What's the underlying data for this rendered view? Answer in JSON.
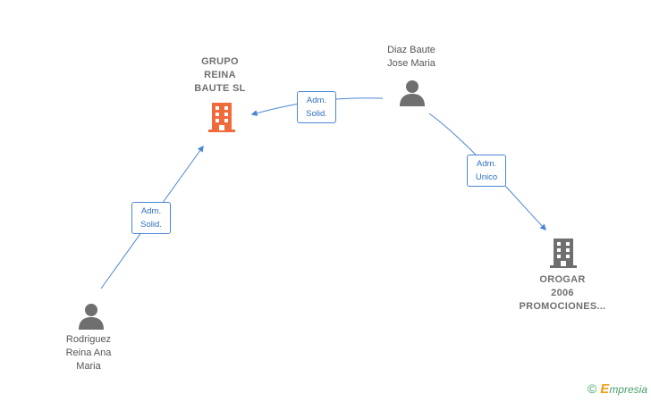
{
  "nodes": {
    "grupo": {
      "label": "GRUPO\nREINA\nBAUTE  SL"
    },
    "diaz": {
      "label": "Diaz Baute\nJose Maria"
    },
    "rodriguez": {
      "label": "Rodriguez\nReina Ana\nMaria"
    },
    "orogar": {
      "label": "OROGAR\n2006\nPROMOCIONES..."
    }
  },
  "edges": {
    "diaz_grupo": {
      "label": "Adm.\nSolid."
    },
    "rodriguez_grupo": {
      "label": "Adm.\nSolid."
    },
    "diaz_orogar": {
      "label": "Adm.\nUnico"
    }
  },
  "brand": {
    "copyright": "©",
    "e": "E",
    "rest": "mpresia"
  },
  "colors": {
    "edge": "#4a86d4",
    "company_primary": "#f06a3c",
    "company_secondary": "#6f6f6f",
    "person": "#6f6f6f"
  }
}
